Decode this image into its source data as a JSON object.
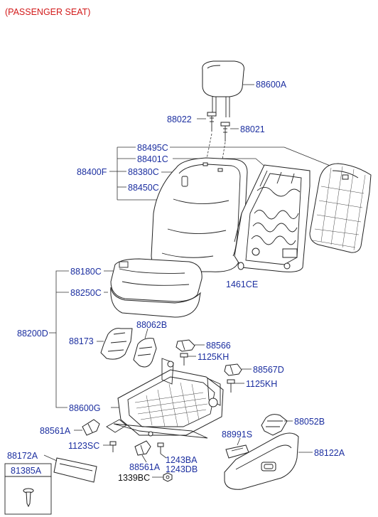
{
  "title": "(PASSENGER SEAT)",
  "labels": {
    "headrest": "88600A",
    "guide_88022": "88022",
    "guide_88021": "88021",
    "back_88495C": "88495C",
    "back_88401C": "88401C",
    "back_assy": "88400F",
    "back_cover": "88380C",
    "back_pad": "88450C",
    "clip": "1461CE",
    "cushion_cover": "88180C",
    "cushion_pad": "88250C",
    "cushion_assy": "88200D",
    "shield_inner_88173": "88173",
    "shield_88062B": "88062B",
    "bracket_88566": "88566",
    "bolt_1125KH_a": "1125KH",
    "bracket_88567D": "88567D",
    "bolt_1125KH_b": "1125KH",
    "track": "88600G",
    "cover_88561A_top": "88561A",
    "bolt_1123SC": "1123SC",
    "cover_88561A_bottom": "88561A",
    "bolt_1243BA": "1243BA",
    "bolt_1243DB": "1243DB",
    "nut_1339BC": "1339BC",
    "shield_88052B": "88052B",
    "switch_88991S": "88991S",
    "shield_88122A": "88122A",
    "trim_88172A": "88172A",
    "inset_81385A": "81385A"
  }
}
